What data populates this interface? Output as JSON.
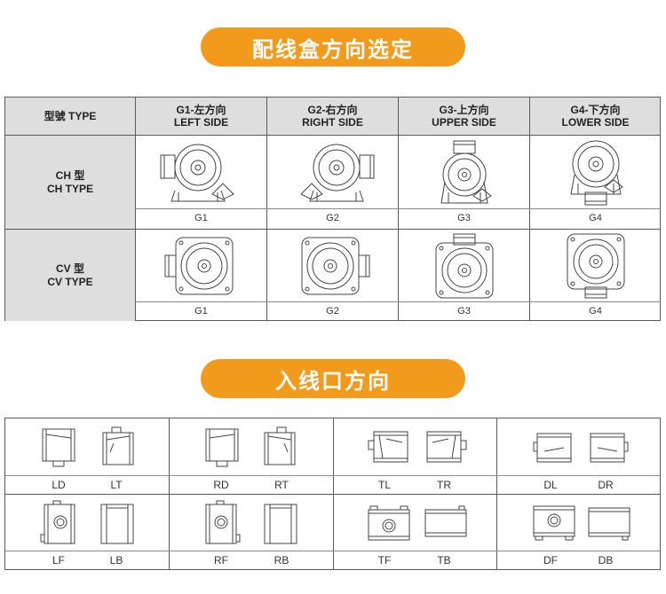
{
  "section1_title": "配线盒方向选定",
  "section2_title": "入线口方向",
  "table1": {
    "header": {
      "type_label": "型號 TYPE",
      "cols": [
        {
          "line1": "G1-左方向",
          "line2": "LEFT SIDE"
        },
        {
          "line1": "G2-右方向",
          "line2": "RIGHT SIDE"
        },
        {
          "line1": "G3-上方向",
          "line2": "UPPER SIDE"
        },
        {
          "line1": "G4-下方向",
          "line2": "LOWER SIDE"
        }
      ]
    },
    "rows": [
      {
        "line1": "CH 型",
        "line2": "CH TYPE",
        "labels": [
          "G1",
          "G2",
          "G3",
          "G4"
        ]
      },
      {
        "line1": "CV 型",
        "line2": "CV TYPE",
        "labels": [
          "G1",
          "G2",
          "G3",
          "G4"
        ]
      }
    ]
  },
  "table2": {
    "row1": [
      "LD",
      "LT",
      "RD",
      "RT",
      "TL",
      "TR",
      "DL",
      "DR"
    ],
    "row2": [
      "LF",
      "LB",
      "RF",
      "RB",
      "TF",
      "TB",
      "DF",
      "DB"
    ]
  }
}
